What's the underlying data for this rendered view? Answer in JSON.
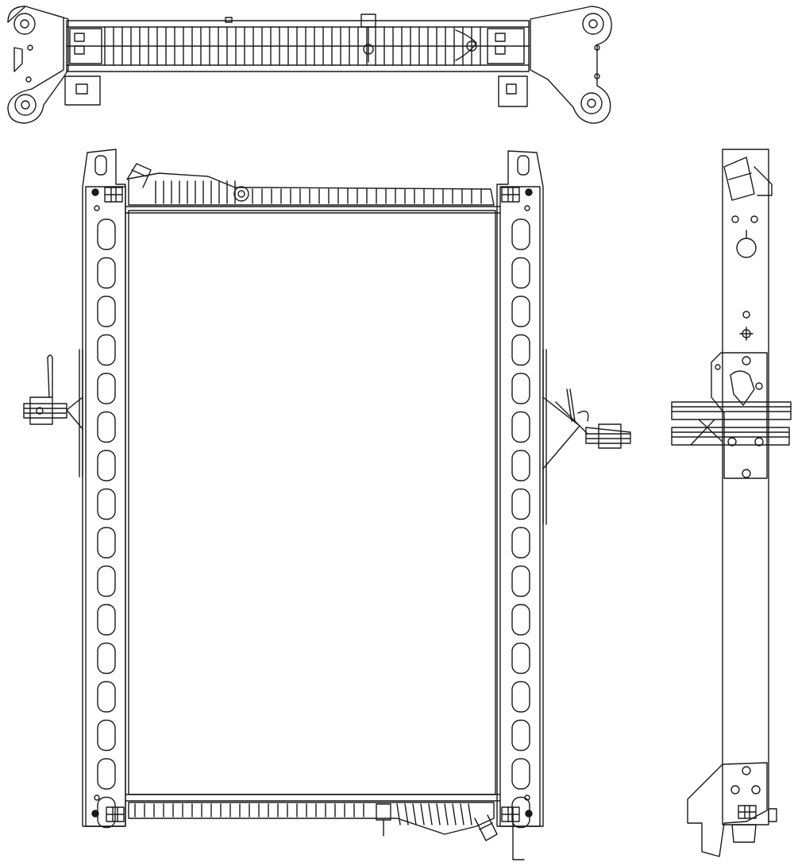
{
  "drawing": {
    "subject": "radiator",
    "views": {
      "top": {
        "name": "top-view"
      },
      "front": {
        "name": "front-view",
        "slot_count_left": 16,
        "slot_count_right": 16
      },
      "side": {
        "name": "side-view"
      }
    },
    "colors": {
      "line": "#1a1a1a",
      "background": "#ffffff"
    }
  }
}
